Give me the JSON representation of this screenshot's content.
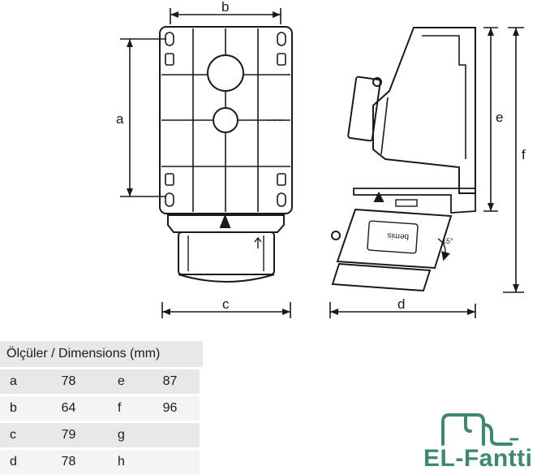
{
  "labels": {
    "a": "a",
    "b": "b",
    "c": "c",
    "d": "d",
    "e": "e",
    "f": "f",
    "angle": "15°",
    "brand_mark": "bemis"
  },
  "table": {
    "header": "Ölçüler / Dimensions (mm)",
    "rows": [
      {
        "k1": "a",
        "v1": "78",
        "k2": "e",
        "v2": "87"
      },
      {
        "k1": "b",
        "v1": "64",
        "k2": "f",
        "v2": "96"
      },
      {
        "k1": "c",
        "v1": "79",
        "k2": "g",
        "v2": ""
      },
      {
        "k1": "d",
        "v1": "78",
        "k2": "h",
        "v2": ""
      }
    ]
  },
  "logo": {
    "text": "EL-Fantti",
    "color": "#3d8a68"
  }
}
